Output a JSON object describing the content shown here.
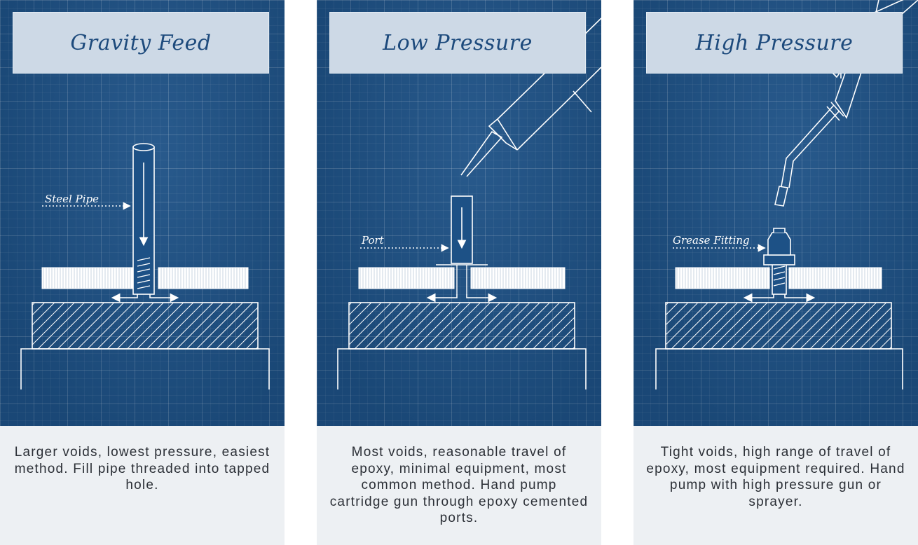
{
  "panels": [
    {
      "title": "Gravity Feed",
      "label": "Steel Pipe",
      "caption": "Larger voids, lowest pressure, easiest method. Fill pipe threaded into tapped hole."
    },
    {
      "title": "Low Pressure",
      "label": "Port",
      "caption": "Most voids, reasonable travel of epoxy, minimal equipment, most common method. Hand pump cartridge gun through epoxy cemented ports."
    },
    {
      "title": "High Pressure",
      "label": "Grease Fitting",
      "caption": "Tight voids, high range of travel of epoxy, most equipment required. Hand pump with high pressure gun or sprayer."
    }
  ],
  "colors": {
    "blueprint": "#1d5186",
    "title_box": "#cdd9e6",
    "title_text": "#1d4a7c",
    "caption_bg": "#edf0f3",
    "caption_text": "#2b2f36"
  }
}
